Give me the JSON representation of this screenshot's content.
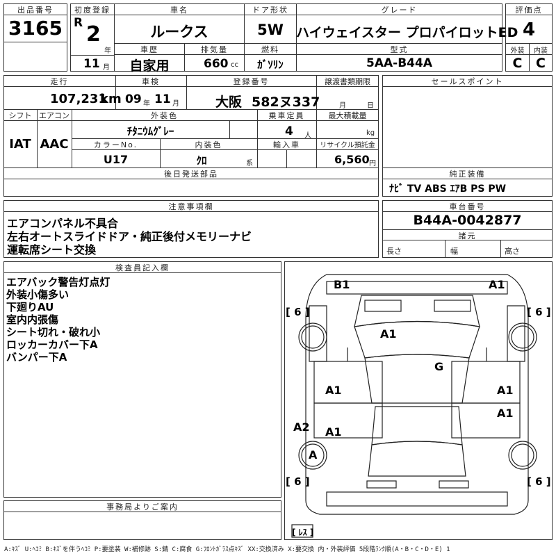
{
  "top": {
    "lot_no_label": "出品番号",
    "lot_no": "3165",
    "first_reg_label": "初度登録",
    "era": "R",
    "year": "2",
    "year_unit": "年",
    "month": "11",
    "month_unit": "月",
    "car_name_label": "車名",
    "car_name": "ルークス",
    "doors_label": "ドア形状",
    "doors": "5W",
    "grade_label": "グレード",
    "grade": "ハイウェイスター プロパイロットED",
    "score_label": "評価点",
    "score": "4",
    "history_label": "車歴",
    "history": "自家用",
    "displacement_label": "排気量",
    "displacement": "660",
    "displacement_unit": "cc",
    "fuel_label": "燃料",
    "fuel": "ｶﾞｿﾘﾝ",
    "model_label": "型式",
    "model": "5AA-B44A",
    "ext_label": "外装",
    "ext_grade": "C",
    "int_label": "内装",
    "int_grade": "C"
  },
  "row2": {
    "mileage_label": "走行",
    "mileage": "107,231",
    "mileage_unit": "km",
    "inspection_label": "車検",
    "insp_year": "09",
    "insp_year_unit": "年",
    "insp_month": "11",
    "insp_month_unit": "月",
    "plate_label": "登録番号",
    "plate_area": "大阪",
    "plate_number": "582ヌ337",
    "transfer_label": "譲渡書類期限",
    "transfer_month": "月",
    "transfer_day": "日",
    "sales_label": "セールスポイント",
    "shift_label": "シフト",
    "shift": "IAT",
    "ac_label": "エアコン",
    "ac": "AAC",
    "color_label": "外装色",
    "color": "ﾁﾀﾆｳﾑｸﾞﾚｰ",
    "capacity_label": "乗車定員",
    "capacity": "4",
    "capacity_unit": "人",
    "load_label": "最大積載量",
    "load_unit": "kg",
    "color_no_label": "カラーNo.",
    "color_no": "U17",
    "int_color_label": "内装色",
    "int_color": "ｸﾛ",
    "int_color_unit": "系",
    "import_label": "輸入車",
    "recycle_label": "リサイクル預託金",
    "recycle": "6,560",
    "recycle_unit": "円",
    "later_parts_label": "後日発送部品",
    "equipment_label": "純正装備",
    "equipment": "ﾅﾋﾞ  TV  ABS  ｴｱB  PS  PW"
  },
  "notes": {
    "label": "注意事項欄",
    "lines": [
      "エアコンパネル不具合",
      "左右オートスライドドア・純正後付メモリーナビ",
      "運転席シート交換"
    ]
  },
  "chassis": {
    "label": "車台番号",
    "number": "B44A-0042877",
    "specs_label": "諸元",
    "length": "長さ",
    "width": "幅",
    "height": "高さ"
  },
  "inspector": {
    "label": "検査員記入欄",
    "lines": [
      "エアバック警告灯点灯",
      "外装小傷多い",
      "下廻りAU",
      "室内内張傷",
      "シート切れ・破れ小",
      "ロッカーカバー下A",
      "バンパー下A"
    ]
  },
  "office": {
    "label": "事務局よりご案内"
  },
  "diagram": {
    "marks": [
      "B1",
      "A1",
      "A1",
      "G",
      "A1",
      "A1",
      "A1",
      "A2",
      "A1",
      "A"
    ],
    "tire_left_top": "[ 6 ]",
    "tire_right_top": "[ 6 ]",
    "tire_left_bottom": "[ 6 ]",
    "tire_right_bottom": "[ 6 ]",
    "spare": "[ ﾚｽ ]"
  },
  "legend": "A:ｷｽﾞ U:ﾍｺﾐ B:ｷｽﾞを伴うﾍｺﾐ P:要塗装 W:補修跡 S:錆 C:腐食 G:ﾌﾛﾝﾄｶﾞﾗｽ点ｷｽﾞ XX:交換済み X:要交換 内・外装評価 5段階ﾗﾝｸ順(A・B・C・D・E) 1"
}
